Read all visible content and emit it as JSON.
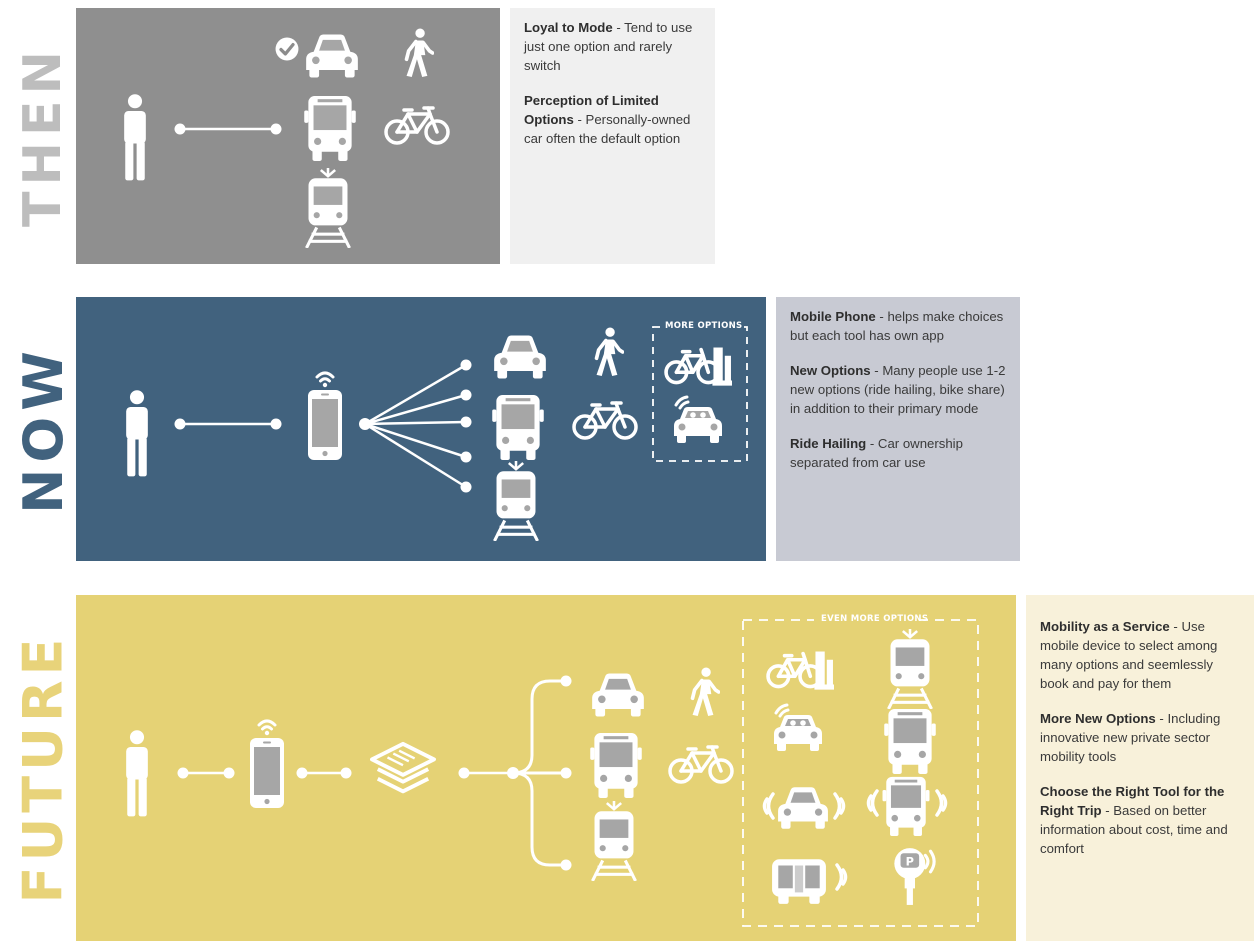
{
  "then": {
    "label": "THEN",
    "label_color": "#bdbdbd",
    "panel_color": "#8f8f8f",
    "desc_bg": "#f0f0f0",
    "points": [
      {
        "title": "Loyal to Mode",
        "text": " - Tend to use just one option and rarely switch"
      },
      {
        "title": "Perception of Limited Options",
        "text": " - Personally-owned car often the default option"
      }
    ]
  },
  "now": {
    "label": "NOW",
    "label_color": "#41627e",
    "panel_color": "#41627e",
    "desc_bg": "#c8cad3",
    "more_options": "MORE OPTIONS",
    "points": [
      {
        "title": "Mobile Phone",
        "text": " - helps make choices but each tool has own app"
      },
      {
        "title": "New Options",
        "text": " - Many people use 1-2 new options (ride hailing, bike share) in addition to their primary mode"
      },
      {
        "title": "Ride Hailing",
        "text": " - Car ownership separated from car use"
      }
    ]
  },
  "future": {
    "label": "FUTURE",
    "label_color": "#e8d37a",
    "panel_color": "#e5d275",
    "desc_bg": "#f8f1da",
    "even_more_options": "EVEN MORE OPTIONS",
    "points": [
      {
        "title": "Mobility as a Service",
        "text": " - Use mobile device to select among many options and seemlessly book and pay for them"
      },
      {
        "title": "More New Options",
        "text": " - Including innovative new private sector mobility tools"
      },
      {
        "title": "Choose the Right Tool for the Right Trip",
        "text": " - Based on better information about cost, time and comfort"
      }
    ]
  },
  "icons": [
    "person-icon",
    "car-icon",
    "checkmark-icon",
    "walking-person-icon",
    "bus-icon",
    "bicycle-icon",
    "train-icon",
    "smartphone-icon",
    "bikeshare-icon",
    "ride-hailing-icon",
    "layers-icon",
    "autonomous-car-icon",
    "autonomous-bus-icon",
    "shuttle-icon",
    "parking-meter-icon"
  ]
}
